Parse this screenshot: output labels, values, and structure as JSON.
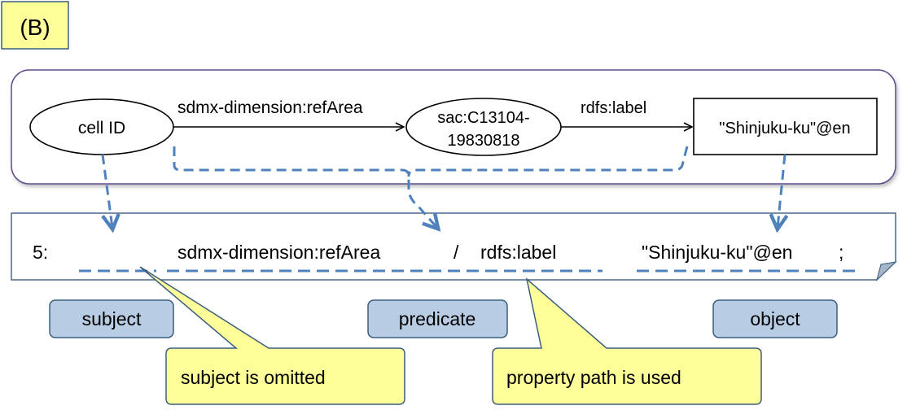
{
  "panel_label": "(B)",
  "graph": {
    "subject_node": "cell ID",
    "edge1_label": "sdmx-dimension:refArea",
    "middle_node_line1": "sac:C13104-",
    "middle_node_line2": "19830818",
    "edge2_label": "rdfs:label",
    "literal_node": "\"Shinjuku-ku\"@en"
  },
  "triple_line": {
    "line_number": "5:",
    "predicate_part1": "sdmx-dimension:refArea",
    "slash": "/",
    "predicate_part2": "rdfs:label",
    "object": "\"Shinjuku-ku\"@en",
    "terminator": ";"
  },
  "roles": {
    "subject": "subject",
    "predicate": "predicate",
    "object": "object"
  },
  "callouts": {
    "subject_note": "subject is omitted",
    "predicate_note": "property path is used"
  },
  "colors": {
    "label_fill": "#ffff99",
    "callout_fill": "#ffff99",
    "role_fill": "#b8cce4",
    "dashed_arrow": "#4f81bd",
    "panel_border": "#5f4b8b",
    "note_border": "#4a6b8a"
  }
}
